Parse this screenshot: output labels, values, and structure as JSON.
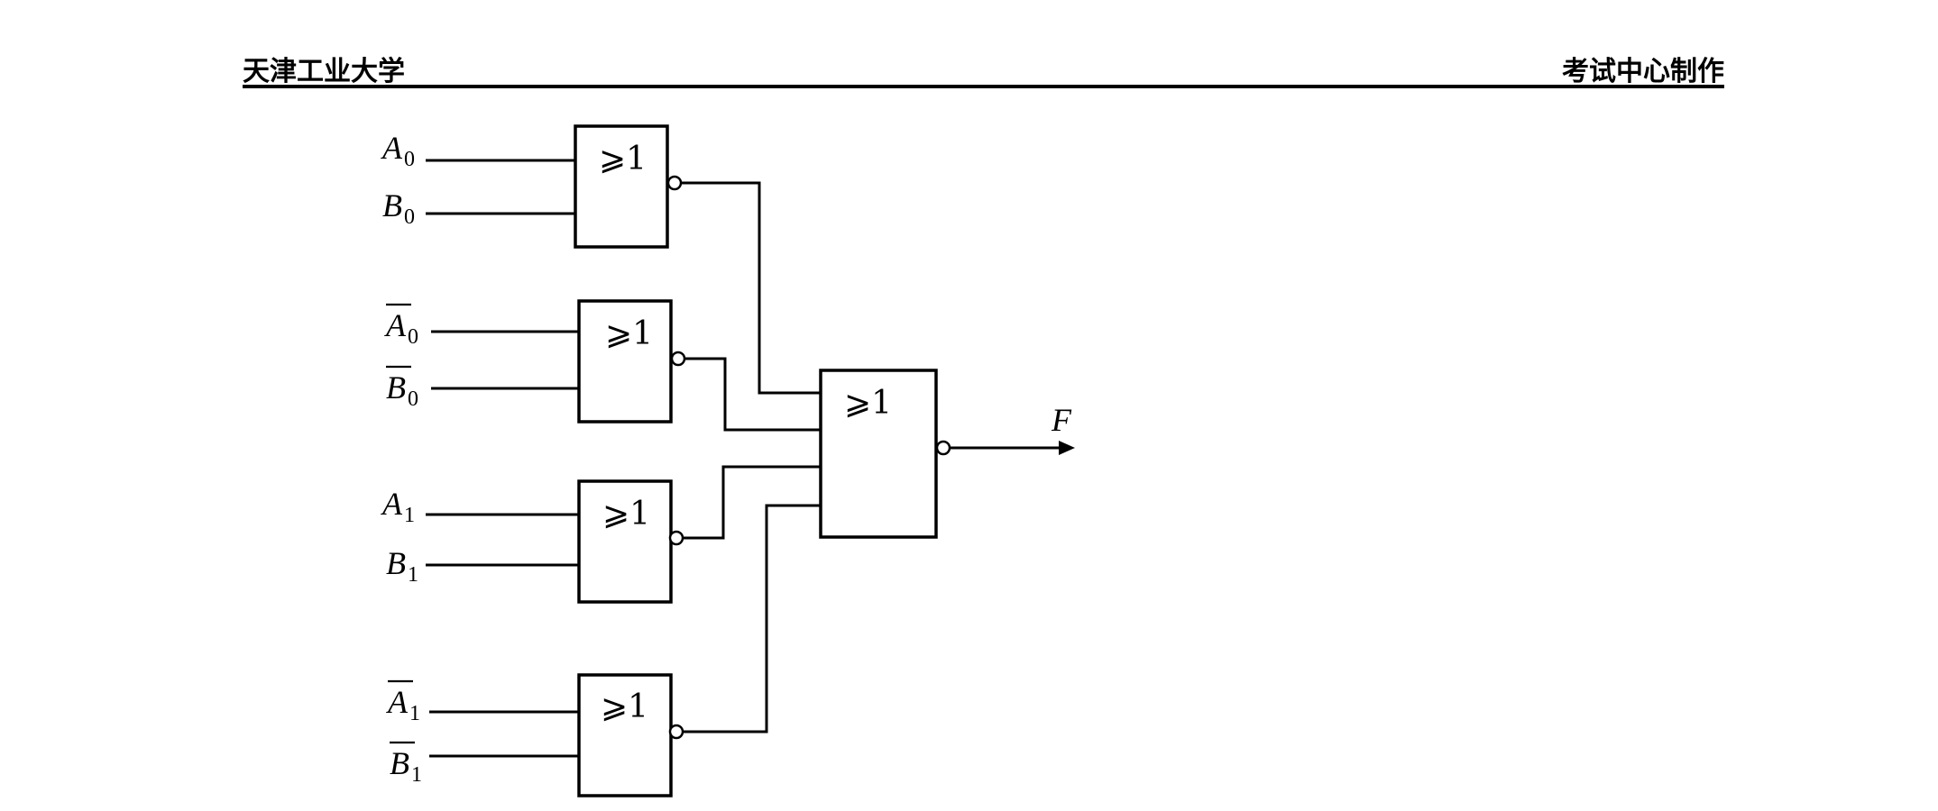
{
  "header": {
    "left": "天津工业大学",
    "right": "考试中心制作"
  },
  "diagram": {
    "gates": [
      {
        "id": "g1",
        "symbol": "⩾1"
      },
      {
        "id": "g2",
        "symbol": "⩾1"
      },
      {
        "id": "g3",
        "symbol": "⩾1"
      },
      {
        "id": "g4",
        "symbol": "⩾1"
      },
      {
        "id": "g5",
        "symbol": "⩾1"
      }
    ],
    "inputs": [
      {
        "letter": "A",
        "sub": "0",
        "bar": false
      },
      {
        "letter": "B",
        "sub": "0",
        "bar": false
      },
      {
        "letter": "A",
        "sub": "0",
        "bar": true
      },
      {
        "letter": "B",
        "sub": "0",
        "bar": true
      },
      {
        "letter": "A",
        "sub": "1",
        "bar": false
      },
      {
        "letter": "B",
        "sub": "1",
        "bar": false
      },
      {
        "letter": "A",
        "sub": "1",
        "bar": true
      },
      {
        "letter": "B",
        "sub": "1",
        "bar": true
      }
    ],
    "output": {
      "letter": "F"
    }
  }
}
